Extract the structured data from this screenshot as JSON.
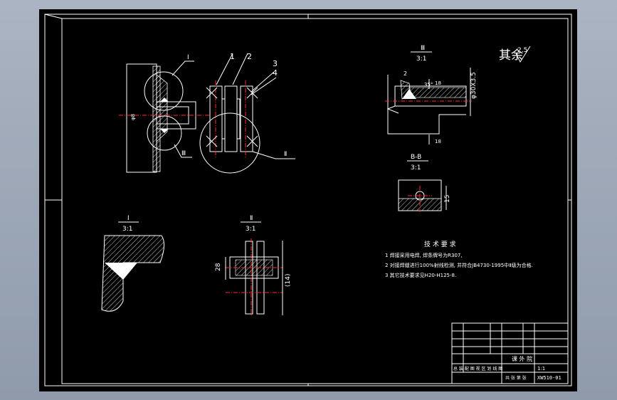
{
  "roughness": {
    "label": "其余",
    "value": "2.5"
  },
  "views": {
    "detail_iii": {
      "numeral": "Ⅲ",
      "scale": "3:1"
    },
    "section_bb": {
      "label": "B-B",
      "scale": "3:1"
    },
    "detail_i": {
      "numeral": "Ⅰ",
      "scale": "3:1"
    },
    "detail_ii": {
      "numeral": "Ⅱ",
      "scale": "3:1"
    }
  },
  "main_view": {
    "balloons": [
      "1",
      "2",
      "3",
      "4"
    ],
    "detail_callouts": [
      "Ⅰ",
      "Ⅲ",
      "Ⅱ"
    ],
    "dim_left": "φ8"
  },
  "detail_iii_dims": {
    "diameter": "φ30X3.5",
    "item": "2",
    "angle": "35°",
    "ref_top": "18",
    "ref_bottom": "18"
  },
  "section_dims": {
    "width": "15"
  },
  "detail_ii_dims": {
    "left": "28",
    "right": "(14)"
  },
  "tech_req": {
    "title": "技 术 要 求",
    "lines": [
      "1 焊接采用电焊, 焊条牌号为R307,",
      "2 对接焊缝进行100%射线检测, 并符合JB4730-1995中Ⅱ级为合格.",
      "3 其它技术要求见H20-H125-8."
    ]
  },
  "title_block": {
    "company": "课 外 院",
    "drawing_no": "XW510-01",
    "scale": "1:1",
    "name_row": "总 装 配 图 视 区 划 线 图",
    "sheet": "共 张 第 张"
  },
  "colors": {
    "background": "#000000",
    "lines": "#ffffff",
    "center": "#ff2a2a",
    "frame": "#9aa5b5"
  }
}
